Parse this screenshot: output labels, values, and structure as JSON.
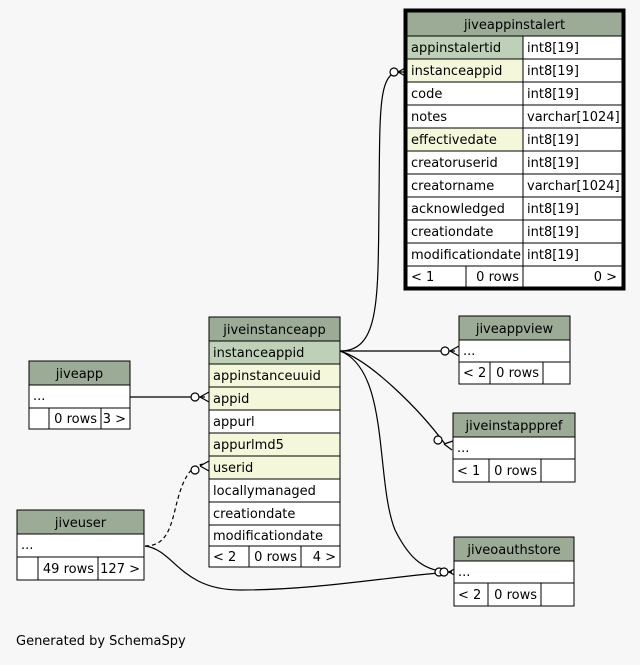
{
  "footer": "Generated by SchemaSpy",
  "tables": {
    "jiveappinstalert": {
      "title": "jiveappinstalert",
      "columns": [
        {
          "name": "appinstalertid",
          "type": "int8[19]"
        },
        {
          "name": "instanceappid",
          "type": "int8[19]"
        },
        {
          "name": "code",
          "type": "int8[19]"
        },
        {
          "name": "notes",
          "type": "varchar[1024]"
        },
        {
          "name": "effectivedate",
          "type": "int8[19]"
        },
        {
          "name": "creatoruserid",
          "type": "int8[19]"
        },
        {
          "name": "creatorname",
          "type": "varchar[1024]"
        },
        {
          "name": "acknowledged",
          "type": "int8[19]"
        },
        {
          "name": "creationdate",
          "type": "int8[19]"
        },
        {
          "name": "modificationdate",
          "type": "int8[19]"
        }
      ],
      "footer": [
        "< 1",
        "0 rows",
        "0 >"
      ]
    },
    "jiveinstanceapp": {
      "title": "jiveinstanceapp",
      "columns": [
        "instanceappid",
        "appinstanceuuid",
        "appid",
        "appurl",
        "appurlmd5",
        "userid",
        "locallymanaged",
        "creationdate",
        "modificationdate"
      ],
      "footer": [
        "< 2",
        "0 rows",
        "4 >"
      ]
    },
    "jiveapp": {
      "title": "jiveapp",
      "body": "...",
      "footer": [
        "",
        "0 rows",
        "3 >"
      ]
    },
    "jiveuser": {
      "title": "jiveuser",
      "body": "...",
      "footer": [
        "",
        "49 rows",
        "127 >"
      ]
    },
    "jiveappview": {
      "title": "jiveappview",
      "body": "...",
      "footer": [
        "< 2",
        "0 rows",
        ""
      ]
    },
    "jiveinstapppref": {
      "title": "jiveinstapppref",
      "body": "...",
      "footer": [
        "< 1",
        "0 rows",
        ""
      ]
    },
    "jiveoauthstore": {
      "title": "jiveoauthstore",
      "body": "...",
      "footer": [
        "< 2",
        "0 rows",
        ""
      ]
    }
  }
}
